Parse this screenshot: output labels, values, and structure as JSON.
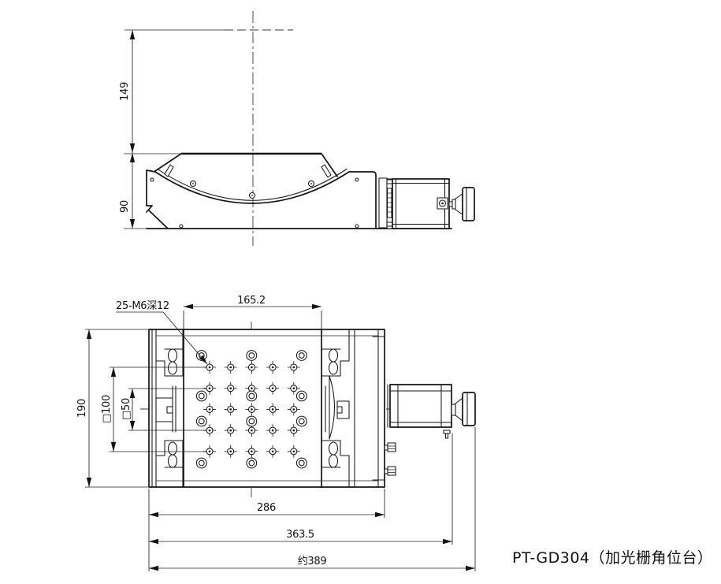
{
  "product": {
    "label": "PT-GD304（加光栅角位台）"
  },
  "annotations": {
    "hole_callout": "25-M6深12"
  },
  "dimensions": {
    "upper_height": "149",
    "lower_height": "90",
    "platform_width": "165.2",
    "stage_depth": "190",
    "hole_square_outer": "□100",
    "hole_square_inner": "□50",
    "base_length": "286",
    "length_to_motor_end": "363.5",
    "overall_length_approx": "约389"
  }
}
